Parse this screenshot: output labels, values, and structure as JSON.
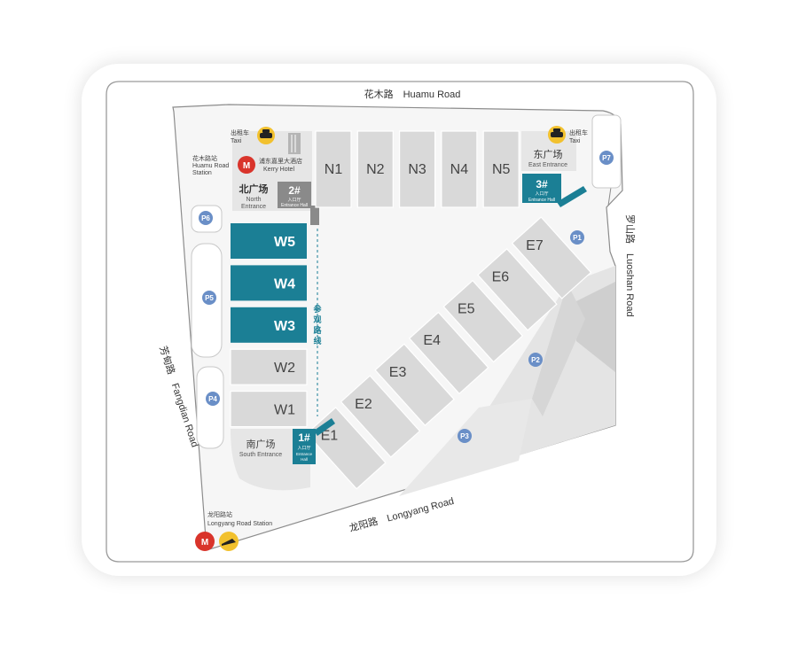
{
  "roads": {
    "north": "花木路　Huamu Road",
    "east": "罗山路　Luoshan Road",
    "west": "芳甸路　Fangdian Road",
    "south": "龙阳路　Longyang Road"
  },
  "halls": {
    "north": [
      "N1",
      "N2",
      "N3",
      "N4",
      "N5"
    ],
    "west": [
      "W5",
      "W4",
      "W3",
      "W2",
      "W1"
    ],
    "east": [
      "E7",
      "E6",
      "E5",
      "E4",
      "E3",
      "E2",
      "E1"
    ],
    "highlighted": [
      "W5",
      "W4",
      "W3"
    ]
  },
  "entrances": {
    "north": {
      "cn": "北广场",
      "en1": "North",
      "en2": "Entrance"
    },
    "east": {
      "cn": "东广场",
      "en": "East Entrance"
    },
    "south": {
      "cn": "南广场",
      "en": "South Entrance"
    }
  },
  "entrance_halls": [
    {
      "num": "2#",
      "cn": "入口厅",
      "en": "Entrance Hall"
    },
    {
      "num": "3#",
      "cn": "入口厅",
      "en": "Entrance Hall"
    },
    {
      "num": "1#",
      "cn": "入口厅",
      "en1": "Entrance",
      "en2": "Hall"
    }
  ],
  "landmarks": {
    "taxi_cn": "出租车",
    "taxi_en": "Taxi",
    "kerry_cn": "浦东嘉里大酒店",
    "kerry_en": "Kerry Hotel",
    "huamu_station_cn": "花木路站",
    "huamu_station_en1": "Huamu Road",
    "huamu_station_en2": "Station",
    "longyang_station_cn": "龙阳路站",
    "longyang_station_en": "Longyang Road Station"
  },
  "visit_route": [
    "参",
    "观",
    "路",
    "线"
  ],
  "parking": [
    "P1",
    "P2",
    "P3",
    "P4",
    "P5",
    "P6",
    "P7"
  ],
  "colors": {
    "highlight": "#1b7f95",
    "hall": "#d9d9d9",
    "parking": "#6a8fc7",
    "taxi": "#f2c12e",
    "metro": "#d9342b"
  }
}
